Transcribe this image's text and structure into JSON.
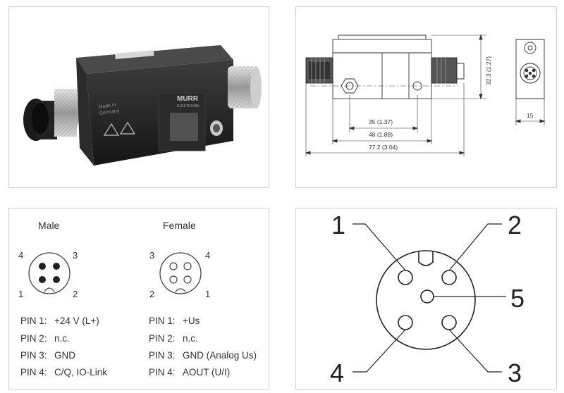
{
  "photo": {
    "brand_line1": "MURR",
    "brand_line2": "ELEKTRONIK",
    "made_line1": "Made in",
    "made_line2": "Germany"
  },
  "dimensions": {
    "d35": "35 (1.37)",
    "d48": "48 (1.88)",
    "d77": "77.2 (3.04)",
    "d32": "32.3 (1.27)",
    "d15": "15"
  },
  "pinout": {
    "male": {
      "title": "Male",
      "labels": {
        "p1": "1",
        "p2": "2",
        "p3": "3",
        "p4": "4"
      },
      "pins": [
        {
          "label": "PIN 1:",
          "value": "+24 V (L+)"
        },
        {
          "label": "PIN 2:",
          "value": "n.c."
        },
        {
          "label": "PIN 3:",
          "value": "GND"
        },
        {
          "label": "PIN 4:",
          "value": "C/Q, IO-Link"
        }
      ]
    },
    "female": {
      "title": "Female",
      "labels": {
        "p1": "1",
        "p2": "2",
        "p3": "3",
        "p4": "4"
      },
      "pins": [
        {
          "label": "PIN 1:",
          "value": "+Us"
        },
        {
          "label": "PIN 2:",
          "value": "n.c."
        },
        {
          "label": "PIN 3:",
          "value": "GND (Analog Us)"
        },
        {
          "label": "PIN 4:",
          "value": "AOUT (U/I)"
        }
      ]
    }
  },
  "m12": {
    "pins": {
      "p1": "1",
      "p2": "2",
      "p3": "3",
      "p4": "4",
      "p5": "5"
    }
  }
}
